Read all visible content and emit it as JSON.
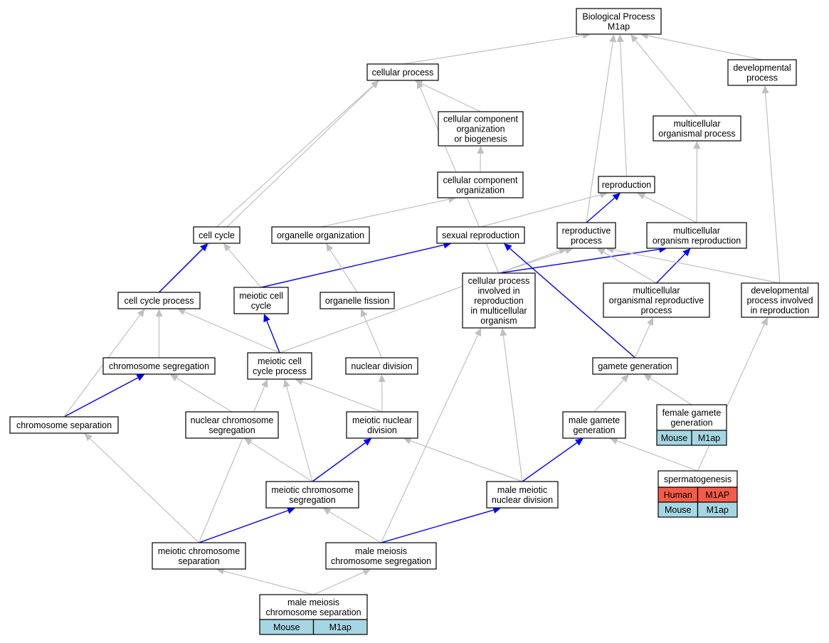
{
  "colors": {
    "edge_gray": "#c0c0c0",
    "edge_blue": "#0000ff",
    "human_cell": "#f45c4a",
    "mouse_cell": "#a6d6e3",
    "node_border": "#000000"
  },
  "nodes": {
    "bp": {
      "lines": [
        "Biological Process",
        "M1ap"
      ]
    },
    "cellular_process": {
      "lines": [
        "cellular process"
      ]
    },
    "developmental_process": {
      "lines": [
        "developmental",
        "process"
      ]
    },
    "ccob": {
      "lines": [
        "cellular component",
        "organization",
        "or biogenesis"
      ]
    },
    "multicellular_organismal_process": {
      "lines": [
        "multicellular",
        "organismal process"
      ]
    },
    "cco": {
      "lines": [
        "cellular component",
        "organization"
      ]
    },
    "reproduction": {
      "lines": [
        "reproduction"
      ]
    },
    "cell_cycle": {
      "lines": [
        "cell cycle"
      ]
    },
    "organelle_organization": {
      "lines": [
        "organelle organization"
      ]
    },
    "sexual_reproduction": {
      "lines": [
        "sexual reproduction"
      ]
    },
    "reproductive_process": {
      "lines": [
        "reproductive",
        "process"
      ]
    },
    "mor": {
      "lines": [
        "multicellular",
        "organism reproduction"
      ]
    },
    "cell_cycle_process": {
      "lines": [
        "cell cycle process"
      ]
    },
    "meiotic_cell_cycle": {
      "lines": [
        "meiotic cell",
        "cycle"
      ]
    },
    "organelle_fission": {
      "lines": [
        "organelle fission"
      ]
    },
    "cpimo": {
      "lines": [
        "cellular process",
        "involved in",
        "reproduction",
        "in multicellular",
        "organism"
      ]
    },
    "morp": {
      "lines": [
        "multicellular",
        "organismal reproductive",
        "process"
      ]
    },
    "dpir": {
      "lines": [
        "developmental",
        "process involved",
        "in reproduction"
      ]
    },
    "chromosome_segregation": {
      "lines": [
        "chromosome segregation"
      ]
    },
    "mccp": {
      "lines": [
        "meiotic cell",
        "cycle process"
      ]
    },
    "nuclear_division": {
      "lines": [
        "nuclear division"
      ]
    },
    "gamete_generation": {
      "lines": [
        "gamete generation"
      ]
    },
    "chromosome_separation": {
      "lines": [
        "chromosome separation"
      ]
    },
    "ncs": {
      "lines": [
        "nuclear chromosome",
        "segregation"
      ]
    },
    "mnd": {
      "lines": [
        "meiotic nuclear",
        "division"
      ]
    },
    "mgg": {
      "lines": [
        "male gamete",
        "generation"
      ]
    },
    "fgg": {
      "lines": [
        "female gamete",
        "generation"
      ],
      "rows": [
        [
          "Mouse",
          "M1ap"
        ]
      ]
    },
    "spermatogenesis": {
      "lines": [
        "spermatogenesis"
      ],
      "rows": [
        [
          "Human",
          "M1AP"
        ],
        [
          "Mouse",
          "M1ap"
        ]
      ]
    },
    "mcs": {
      "lines": [
        "meiotic chromosome",
        "segregation"
      ]
    },
    "mmnd": {
      "lines": [
        "male meiotic",
        "nuclear division"
      ]
    },
    "mcsep": {
      "lines": [
        "meiotic chromosome",
        "separation"
      ]
    },
    "mmcseg": {
      "lines": [
        "male meiosis",
        "chromosome segregation"
      ]
    },
    "mmcsep": {
      "lines": [
        "male meiosis",
        "chromosome separation"
      ],
      "rows": [
        [
          "Mouse",
          "M1ap"
        ]
      ]
    }
  },
  "edges": [
    {
      "from": "cellular_process",
      "to": "bp",
      "color": "gray"
    },
    {
      "from": "developmental_process",
      "to": "bp",
      "color": "gray"
    },
    {
      "from": "multicellular_organismal_process",
      "to": "bp",
      "color": "gray"
    },
    {
      "from": "reproduction",
      "to": "bp",
      "color": "gray"
    },
    {
      "from": "reproductive_process",
      "to": "bp",
      "color": "gray"
    },
    {
      "from": "ccob",
      "to": "cellular_process",
      "color": "gray"
    },
    {
      "from": "cco",
      "to": "ccob",
      "color": "gray"
    },
    {
      "from": "organelle_organization",
      "to": "cco",
      "color": "gray"
    },
    {
      "from": "cell_cycle",
      "to": "cellular_process",
      "color": "gray"
    },
    {
      "from": "cell_cycle_process",
      "to": "cellular_process",
      "color": "gray"
    },
    {
      "from": "cpimo",
      "to": "cellular_process",
      "color": "gray"
    },
    {
      "from": "sexual_reproduction",
      "to": "reproduction",
      "color": "gray"
    },
    {
      "from": "reproductive_process",
      "to": "reproduction",
      "color": "blue"
    },
    {
      "from": "mor",
      "to": "reproduction",
      "color": "gray"
    },
    {
      "from": "mor",
      "to": "multicellular_organismal_process",
      "color": "gray"
    },
    {
      "from": "cell_cycle_process",
      "to": "cell_cycle",
      "color": "blue"
    },
    {
      "from": "meiotic_cell_cycle",
      "to": "cell_cycle",
      "color": "gray"
    },
    {
      "from": "meiotic_cell_cycle",
      "to": "sexual_reproduction",
      "color": "blue"
    },
    {
      "from": "organelle_fission",
      "to": "organelle_organization",
      "color": "gray"
    },
    {
      "from": "cpimo",
      "to": "reproductive_process",
      "color": "gray"
    },
    {
      "from": "cpimo",
      "to": "mor",
      "color": "blue"
    },
    {
      "from": "morp",
      "to": "reproductive_process",
      "color": "gray"
    },
    {
      "from": "morp",
      "to": "mor",
      "color": "blue"
    },
    {
      "from": "dpir",
      "to": "reproductive_process",
      "color": "gray"
    },
    {
      "from": "dpir",
      "to": "developmental_process",
      "color": "gray"
    },
    {
      "from": "chromosome_segregation",
      "to": "cell_cycle_process",
      "color": "gray"
    },
    {
      "from": "mccp",
      "to": "cell_cycle_process",
      "color": "gray"
    },
    {
      "from": "mccp",
      "to": "meiotic_cell_cycle",
      "color": "blue"
    },
    {
      "from": "mccp",
      "to": "reproductive_process",
      "color": "gray"
    },
    {
      "from": "nuclear_division",
      "to": "organelle_fission",
      "color": "gray"
    },
    {
      "from": "gamete_generation",
      "to": "sexual_reproduction",
      "color": "blue"
    },
    {
      "from": "gamete_generation",
      "to": "morp",
      "color": "gray"
    },
    {
      "from": "chromosome_separation",
      "to": "chromosome_segregation",
      "color": "blue"
    },
    {
      "from": "chromosome_separation",
      "to": "cell_cycle_process",
      "color": "gray"
    },
    {
      "from": "ncs",
      "to": "chromosome_segregation",
      "color": "gray"
    },
    {
      "from": "mnd",
      "to": "nuclear_division",
      "color": "gray"
    },
    {
      "from": "mnd",
      "to": "mccp",
      "color": "gray"
    },
    {
      "from": "mgg",
      "to": "gamete_generation",
      "color": "gray"
    },
    {
      "from": "fgg",
      "to": "gamete_generation",
      "color": "gray"
    },
    {
      "from": "spermatogenesis",
      "to": "mgg",
      "color": "gray"
    },
    {
      "from": "spermatogenesis",
      "to": "dpir",
      "color": "gray"
    },
    {
      "from": "mcs",
      "to": "ncs",
      "color": "gray"
    },
    {
      "from": "mcs",
      "to": "mnd",
      "color": "blue"
    },
    {
      "from": "mcs",
      "to": "mccp",
      "color": "gray"
    },
    {
      "from": "mmnd",
      "to": "mnd",
      "color": "gray"
    },
    {
      "from": "mmnd",
      "to": "mgg",
      "color": "blue"
    },
    {
      "from": "mmnd",
      "to": "cpimo",
      "color": "gray"
    },
    {
      "from": "mcsep",
      "to": "chromosome_separation",
      "color": "gray"
    },
    {
      "from": "mcsep",
      "to": "mcs",
      "color": "blue"
    },
    {
      "from": "mcsep",
      "to": "mccp",
      "color": "gray"
    },
    {
      "from": "mmcseg",
      "to": "mcs",
      "color": "gray"
    },
    {
      "from": "mmcseg",
      "to": "mmnd",
      "color": "blue"
    },
    {
      "from": "mmcseg",
      "to": "cpimo",
      "color": "gray"
    },
    {
      "from": "mmcsep",
      "to": "mcsep",
      "color": "gray"
    },
    {
      "from": "mmcsep",
      "to": "mmcseg",
      "color": "gray"
    }
  ]
}
